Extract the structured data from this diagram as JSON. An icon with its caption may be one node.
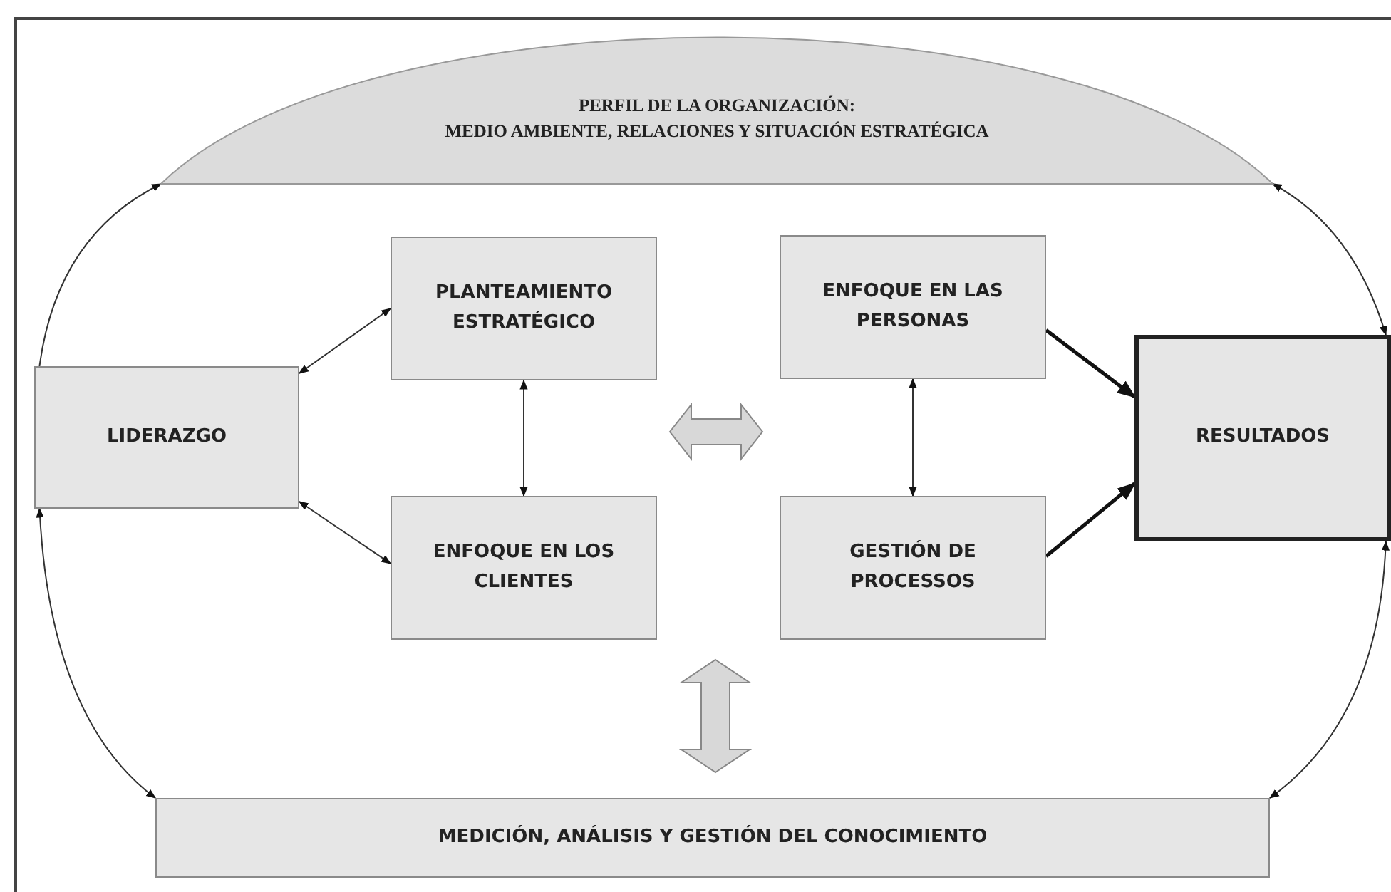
{
  "diagram": {
    "nodes": [
      {
        "text": [
          "PERFIL DE LA ORGANIZACIÓN:",
          "MEDIO AMBIENTE, RELACIONES Y SITUACIÓN ESTRATÉGICA"
        ]
      },
      {
        "text": [
          "LIDERAZGO"
        ]
      },
      {
        "text": [
          "PLANTEAMIENTO ESTRATÉGICO"
        ]
      },
      {
        "text": [
          "ENFOQUE EN LAS PERSONAS"
        ]
      },
      {
        "text": [
          "RESULTADOS"
        ]
      },
      {
        "text": [
          "ENFOQUE EN LOS CLIENTES"
        ]
      },
      {
        "text": [
          "GESTIÓN DE PROCESSOS"
        ]
      },
      {
        "text": [
          "MEDICIÓN, ANÁLISIS Y GESTIÓN DEL CONOCIMIENTO"
        ]
      }
    ],
    "edges": [
      {
        "from": 1,
        "to": 0,
        "arrow": "to"
      },
      {
        "from": 0,
        "to": 4,
        "arrow": "both"
      },
      {
        "from": 7,
        "to": 1,
        "arrow": "both"
      },
      {
        "from": 4,
        "to": 7,
        "arrow": "both"
      },
      {
        "from": 1,
        "to": 2,
        "arrow": "both"
      },
      {
        "from": 1,
        "to": 5,
        "arrow": "both"
      },
      {
        "from": 2,
        "to": 5,
        "arrow": "both"
      },
      {
        "from": 3,
        "to": 6,
        "arrow": "both"
      },
      {
        "from": 3,
        "to": 4,
        "arrow": "to",
        "style": "thick"
      },
      {
        "from": 6,
        "to": 4,
        "arrow": "to",
        "style": "thick"
      }
    ]
  }
}
